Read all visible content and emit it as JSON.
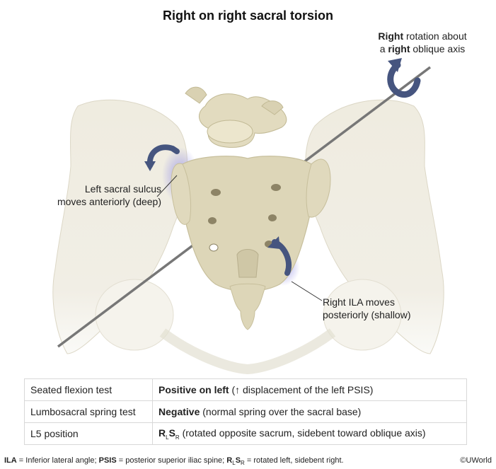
{
  "title": "Right on right sacral torsion",
  "annotations": {
    "rotation": {
      "bold1": "Right",
      "text1": " rotation about",
      "text2": "a ",
      "bold2": "right",
      "text3": " oblique axis"
    },
    "sulcus": {
      "line1": "Left sacral sulcus",
      "line2": "moves anteriorly (deep)"
    },
    "ila": {
      "line1": "Right ILA moves",
      "line2": "posteriorly (shallow)"
    }
  },
  "table": {
    "rows": [
      {
        "test": "Seated flexion test",
        "result_bold": "Positive on left",
        "result_rest": " (↑ displacement of the left PSIS)"
      },
      {
        "test": "Lumbosacral spring test",
        "result_bold": "Negative",
        "result_rest": " (normal spring over the sacral base)"
      },
      {
        "test": "L5 position",
        "result_bold_main": "R",
        "sub1": "L",
        "bold2": "S",
        "sub2": "R",
        "result_rest": " (rotated opposite sacrum, sidebent toward oblique axis)"
      }
    ]
  },
  "footer": {
    "ila_abbr": "ILA",
    "ila_def": " = Inferior lateral angle; ",
    "psis_abbr": "PSIS",
    "psis_def": " = posterior superior iliac spine; ",
    "rs_r": "R",
    "rs_sub1": "L",
    "rs_s": "S",
    "rs_sub2": "R",
    "rs_def": " = rotated left, sidebent right."
  },
  "copyright": "©UWorld",
  "colors": {
    "bone": "#eeeadb",
    "sacrum": "#ddd6b8",
    "arrow": "#46557f",
    "highlight": "#a9a6e6",
    "axis": "#777777"
  }
}
